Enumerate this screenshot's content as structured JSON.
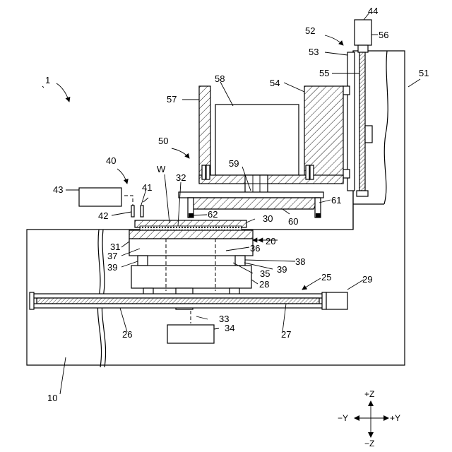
{
  "figure": {
    "labels": {
      "l1": "1",
      "l10": "10",
      "l20": "20",
      "l25": "25",
      "l26": "26",
      "l27": "27",
      "l28": "28",
      "l29": "29",
      "l30": "30",
      "l31": "31",
      "l32": "32",
      "l33": "33",
      "l34": "34",
      "l35": "35",
      "l36": "36",
      "l37": "37",
      "l38": "38",
      "l39a": "39",
      "l39b": "39",
      "l40": "40",
      "l41": "41",
      "l42": "42",
      "l43": "43",
      "l44": "44",
      "l50": "50",
      "l51": "51",
      "l52": "52",
      "l53": "53",
      "l54": "54",
      "l55": "55",
      "l56": "56",
      "l57": "57",
      "l58": "58",
      "l59": "59",
      "l60": "60",
      "l61": "61",
      "l62": "62",
      "lW": "W"
    },
    "axes": {
      "pos_z": "+Z",
      "neg_z": "−Z",
      "pos_y": "+Y",
      "neg_y": "−Y"
    }
  }
}
